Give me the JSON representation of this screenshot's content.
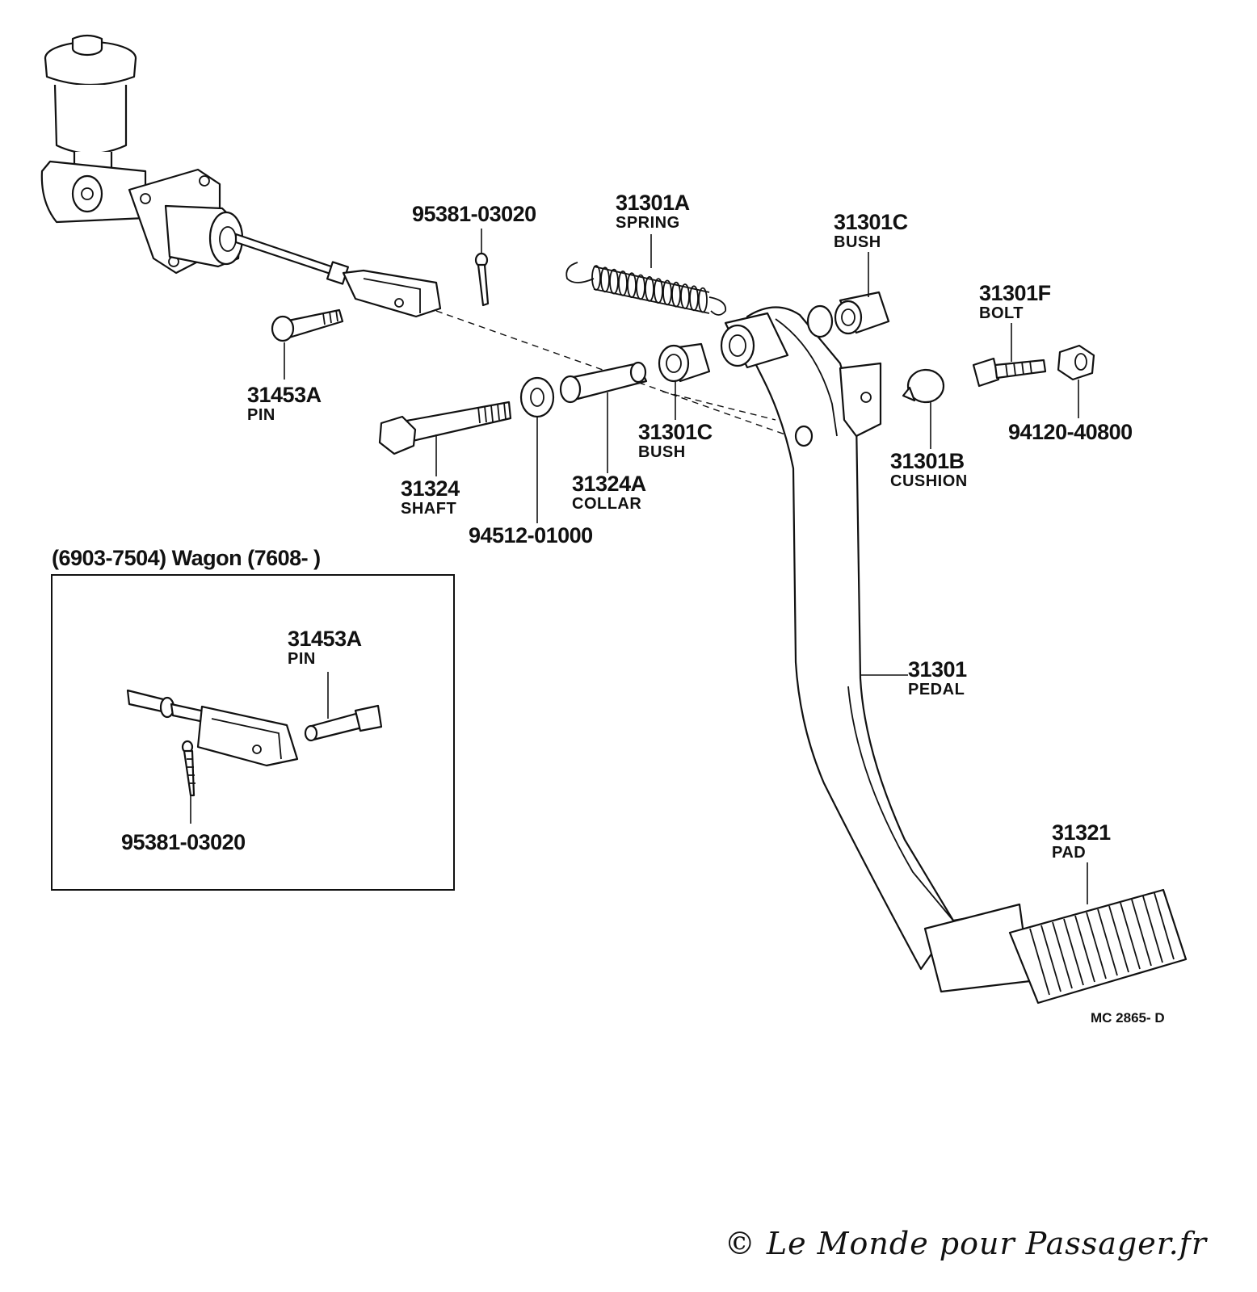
{
  "parts": {
    "p_95381_top": {
      "number": "95381-03020"
    },
    "p_31301A": {
      "number": "31301A",
      "name": "SPRING"
    },
    "p_31301C_top": {
      "number": "31301C",
      "name": "BUSH"
    },
    "p_31301F": {
      "number": "31301F",
      "name": "BOLT"
    },
    "p_31453A_top": {
      "number": "31453A",
      "name": "PIN"
    },
    "p_31301C_mid": {
      "number": "31301C",
      "name": "BUSH"
    },
    "p_94120": {
      "number": "94120-40800"
    },
    "p_31301B": {
      "number": "31301B",
      "name": "CUSHION"
    },
    "p_31324": {
      "number": "31324",
      "name": "SHAFT"
    },
    "p_31324A": {
      "number": "31324A",
      "name": "COLLAR"
    },
    "p_94512": {
      "number": "94512-01000"
    },
    "p_31301": {
      "number": "31301",
      "name": "PEDAL"
    },
    "p_31321": {
      "number": "31321",
      "name": "PAD"
    }
  },
  "inset": {
    "title": "(6903-7504) Wagon (7608-            )",
    "pin": {
      "number": "31453A",
      "name": "PIN"
    },
    "bolt": {
      "number": "95381-03020"
    }
  },
  "diagram_code": "MC 2865- D",
  "watermark": "© Le Monde pour Passager.fr"
}
